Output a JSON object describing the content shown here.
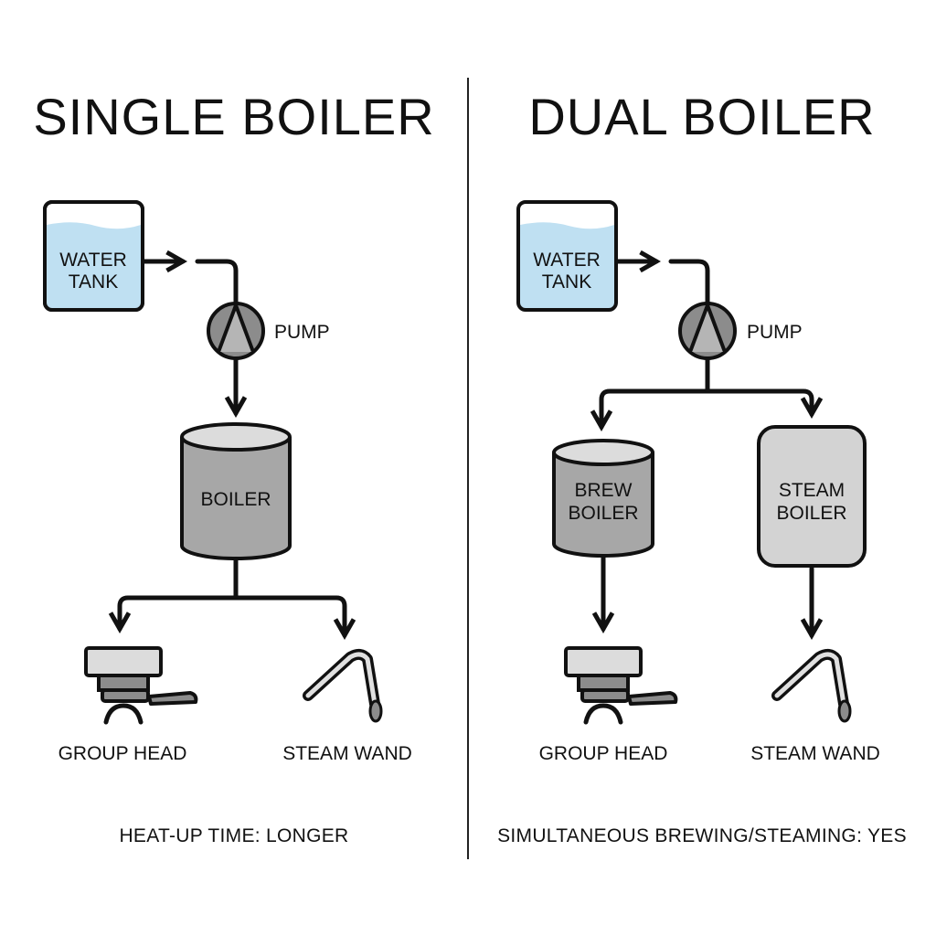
{
  "left": {
    "title": "SINGLE BOILER",
    "water_tank": [
      "WATER",
      "TANK"
    ],
    "pump": "PUMP",
    "boiler": "BOILER",
    "group_head": "GROUP HEAD",
    "steam_wand": "STEAM WAND",
    "footer": "HEAT-UP TIME: LONGER"
  },
  "right": {
    "title": "DUAL BOILER",
    "water_tank": [
      "WATER",
      "TANK"
    ],
    "pump": "PUMP",
    "brew_boiler": [
      "BREW",
      "BOILER"
    ],
    "steam_boiler": [
      "STEAM",
      "BOILER"
    ],
    "group_head": "GROUP HEAD",
    "steam_wand": "STEAM WAND",
    "footer": "SIMULTANEOUS BREWING/STEAMING: YES"
  },
  "colors": {
    "water": "#bfe0f2",
    "pump": "#8c8c8c",
    "boiler_dark": "#a7a7a7",
    "boiler_light": "#d3d3d3",
    "stroke": "#111111"
  },
  "icons": [
    "water-tank-icon",
    "pump-icon",
    "boiler-icon",
    "group-head-icon",
    "steam-wand-icon",
    "arrow-icon"
  ]
}
